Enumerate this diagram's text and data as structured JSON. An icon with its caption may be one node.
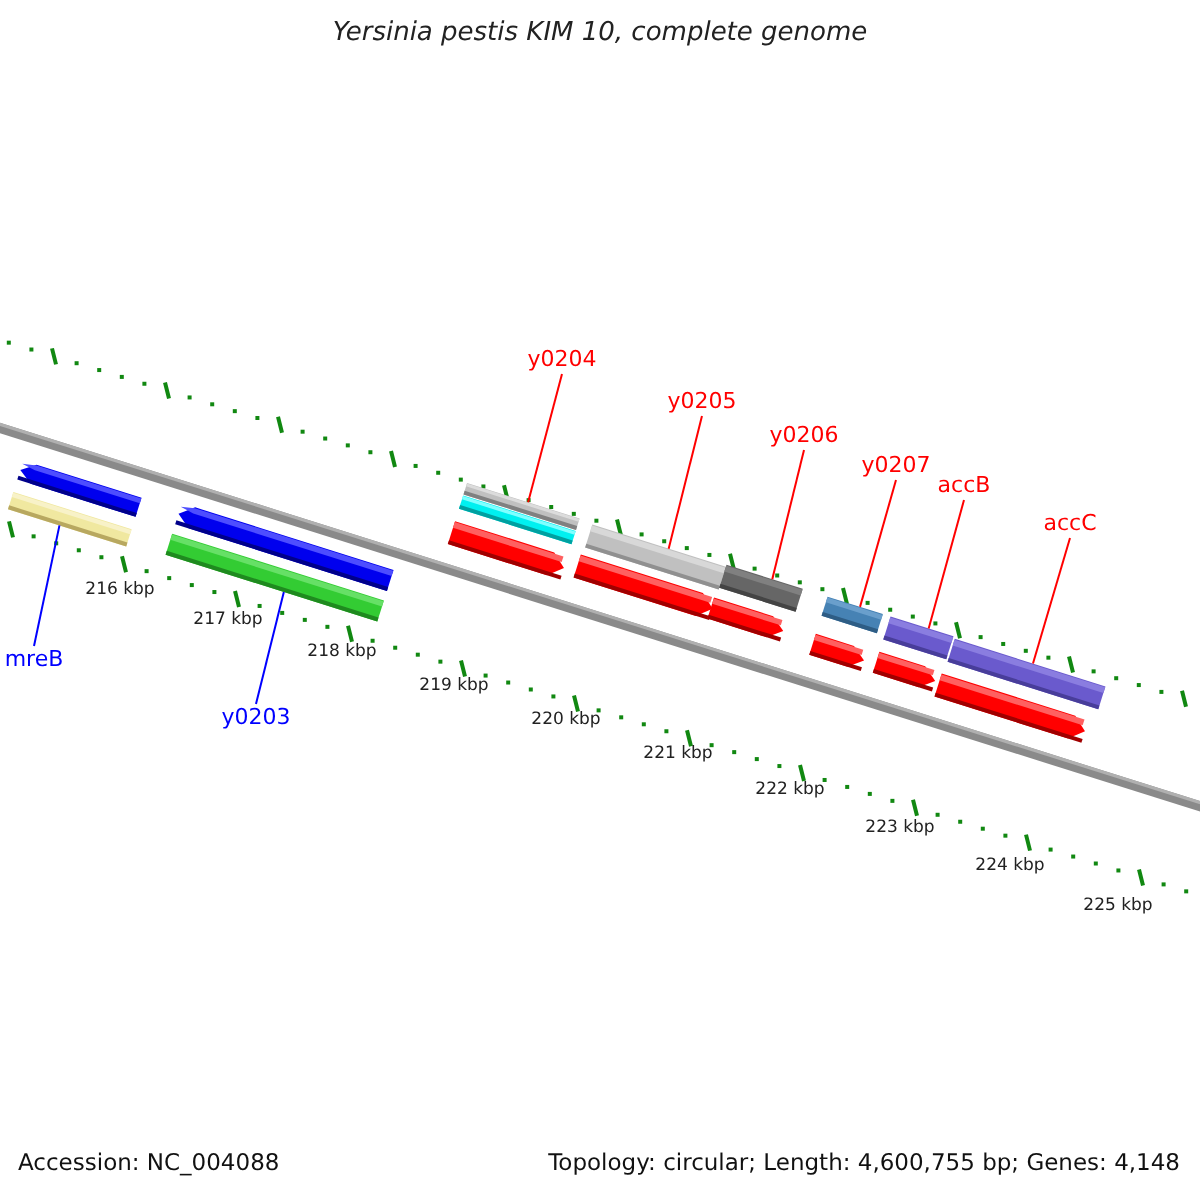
{
  "diagram": {
    "title": "Yersinia pestis KIM 10, complete genome",
    "nodes": [
      {
        "text": [
          "y0204"
        ]
      },
      {
        "text": [
          "y0205"
        ]
      },
      {
        "text": [
          "y0206"
        ]
      },
      {
        "text": [
          "y0207"
        ]
      },
      {
        "text": [
          "accB"
        ]
      },
      {
        "text": [
          "accC"
        ]
      },
      {
        "text": [
          "mreB"
        ]
      },
      {
        "text": [
          "y0203"
        ]
      },
      {
        "text": [],
        "shape": "pentagon"
      },
      {
        "text": [],
        "shape": "bar"
      },
      {
        "text": [],
        "shape": "pentagon"
      },
      {
        "text": [],
        "shape": "bar"
      },
      {
        "text": [],
        "shape": "bar"
      },
      {
        "text": [],
        "shape": "bar"
      },
      {
        "text": [],
        "shape": "pentagon"
      },
      {
        "text": [],
        "shape": "bar"
      },
      {
        "text": [],
        "shape": "pentagon"
      },
      {
        "text": [],
        "shape": "bar"
      },
      {
        "text": [],
        "shape": "pentagon"
      },
      {
        "text": [],
        "shape": "bar"
      },
      {
        "text": [],
        "shape": "pentagon"
      },
      {
        "text": [],
        "shape": "bar"
      },
      {
        "text": [],
        "shape": "pentagon"
      },
      {
        "text": [],
        "shape": "bar"
      },
      {
        "text": [],
        "shape": "pentagon"
      }
    ],
    "edges": [
      {
        "from": 0,
        "to": 12,
        "arrow": "none"
      },
      {
        "from": 1,
        "to": 15,
        "arrow": "none"
      },
      {
        "from": 2,
        "to": 17,
        "arrow": "none"
      },
      {
        "from": 3,
        "to": 19,
        "arrow": "none"
      },
      {
        "from": 4,
        "to": 21,
        "arrow": "none"
      },
      {
        "from": 5,
        "to": 23,
        "arrow": "none"
      },
      {
        "from": 6,
        "to": 9,
        "arrow": "none",
        "color": "#0000ff"
      },
      {
        "from": 7,
        "to": 11,
        "arrow": "none",
        "color": "#0000ff"
      }
    ],
    "labels": [
      "216 kbp",
      "217 kbp",
      "218 kbp",
      "219 kbp",
      "220 kbp",
      "221 kbp",
      "222 kbp",
      "223 kbp",
      "224 kbp",
      "225 kbp",
      "Accession: NC_004088",
      "Topology: circular; Length: 4,600,755 bp; Genes: 4,148"
    ]
  }
}
